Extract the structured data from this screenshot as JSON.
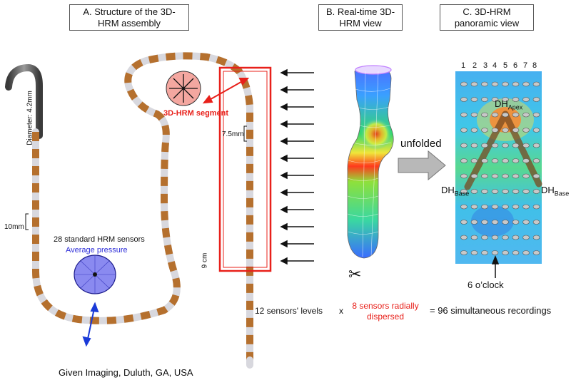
{
  "panels": {
    "a_title": "A. Structure of the 3D-HRM assembly",
    "b_title": "B. Real-time 3D-HRM view",
    "c_title": "C. 3D-HRM panoramic view"
  },
  "labels": {
    "diameter": "Diameter: 4.2mm",
    "ten_mm": "10mm",
    "standard_sensors": "28 standard HRM sensors",
    "average_pressure": "Average pressure",
    "segment": "3D-HRM segment",
    "seven_five_mm": "7.5mm",
    "nine_cm": "9 cm",
    "unfolded": "unfolded",
    "sensor_levels": "12 sensors' levels",
    "times": "x",
    "radial": "8 sensors radially dispersed",
    "equals": "= 96 simultaneous recordings",
    "six_oclock": "6 o’clock",
    "credit": "Given Imaging, Duluth, GA, USA",
    "dh": "DH",
    "apex": "Apex",
    "base": "Base"
  },
  "columns": [
    "1",
    "2",
    "3",
    "4",
    "5",
    "6",
    "7",
    "8"
  ],
  "colors": {
    "highlight_red": "#e8201a",
    "sensor_blue": "#2c2cd8",
    "catheter_grey": "#d8d8de",
    "sensor_copper": "#b5702e"
  }
}
